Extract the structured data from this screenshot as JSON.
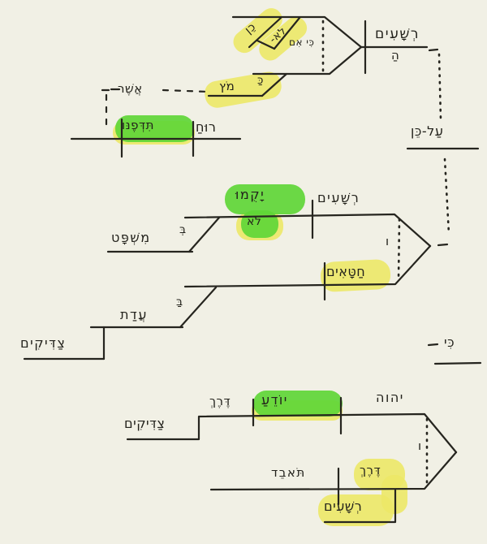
{
  "colors": {
    "background": "#f1f0e5",
    "ink": "#26251f",
    "highlight_yellow": "#ece867",
    "highlight_green": "#5fd637"
  },
  "verse4": {
    "subject": "רְשָׁעִים",
    "article": "הַ",
    "predicate_adverb": "כֵן",
    "negation": "לֹא-",
    "conjunction": "כִּי אִם",
    "preposition": "כַּ",
    "prep_object": "מֹץ",
    "relative_pronoun": "אֲשֶׁר",
    "relative_subject": "רוּחַ",
    "relative_verb": "תִּדְּפֶנּוּ"
  },
  "connector1": {
    "label": "עַל-כֵּן"
  },
  "verse5": {
    "clause_a": {
      "subject": "רְשָׁעִים",
      "verb": "יָקֻמוּ",
      "negation": "לֹא",
      "preposition": "בְּ",
      "prep_object": "מִשְׁפָּט"
    },
    "conjunction": "ו",
    "clause_b": {
      "subject": "חַטָּאִים",
      "preposition": "בַּ",
      "prep_object": "עֲדַת",
      "construct_genitive": "צַדִּיקִים"
    }
  },
  "connector2": {
    "label": "כִּי"
  },
  "verse6": {
    "clause_a": {
      "subject": "יהוה",
      "verb": "יוֹדֵעַ",
      "object": "דֶּרֶךְ",
      "construct_genitive": "צַדִּיקִים"
    },
    "conjunction": "ו",
    "clause_b": {
      "subject": "דֶּרֶךְ",
      "construct_genitive": "רְשָׁעִים",
      "verb": "תֹּאבֵד"
    }
  }
}
